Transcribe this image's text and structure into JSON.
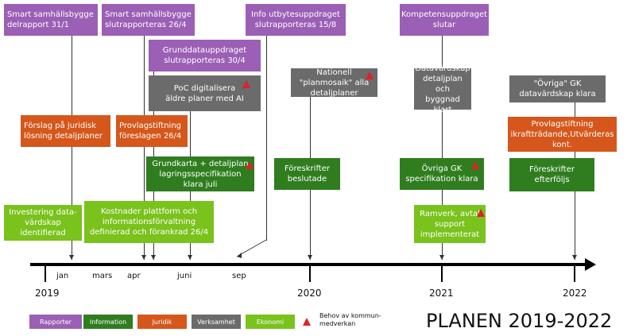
{
  "boxes": {
    "b1": "Smart samhällsbygge\ndelrapport 31/1",
    "b2": "Smart samhällsbygge\nslutrapporteras 26/4",
    "b3": "Info utbytesuppdraget\nslutrapporteras 15/8",
    "b4": "Kompetensuppdraget\nslutar",
    "b5": "Grunddatauppdraget\nslutrapporteras 30/4",
    "b6": "PoC digitalisera\näldre planer med AI",
    "b7": "Nationell\n\"planmosaik\" alla\ndetaljplaner",
    "b8": "Datavärdskap\ndetaljplan och\nbyggnad klart",
    "b9": "\"Övriga\" GK\ndatavärdskap klara",
    "b10": "Förslag på juridisk\nlösning detaljplaner",
    "b11": "Provlagstiftning\nföreslagen 26/4",
    "b12": "Provlagstiftning\nikraftträdande,Utvärderas\nkont.",
    "b13": "Grundkarta + detaljplan\nlagringsspecifikation\nklara juli",
    "b14": "Föreskrifter\nbeslutade",
    "b15": "Övriga GK\nspecifikation klara",
    "b16": "Föreskrifter\nefterföljs",
    "b17": "Investering data-\nvärdskap identifierad",
    "b18": "Kostnader plattform och\ninformationsförvaltning\ndefinierad och förankrad 26/4",
    "b19": "Ramverk, avtal\nsupport\nimplementerat"
  },
  "months": [
    "jan",
    "mars",
    "apr",
    "juni",
    "sep"
  ],
  "years": [
    "2019",
    "2020",
    "2021",
    "2022"
  ],
  "legend": {
    "rapporter": "Rapporter",
    "information": "Information",
    "juridik": "Juridik",
    "verksamhet": "Verksamhet",
    "ekonomi": "Ekonomi",
    "behov": "Behov av kommun-\nmedverkan"
  },
  "title": "PLANEN 2019-2022",
  "colors": {
    "rapporter": "#9b5fb5",
    "information": "#2f7d1f",
    "juridik": "#d5571b",
    "verksamhet": "#6b6b6b",
    "ekonomi": "#7ac21c",
    "behov": "#e0202a"
  }
}
